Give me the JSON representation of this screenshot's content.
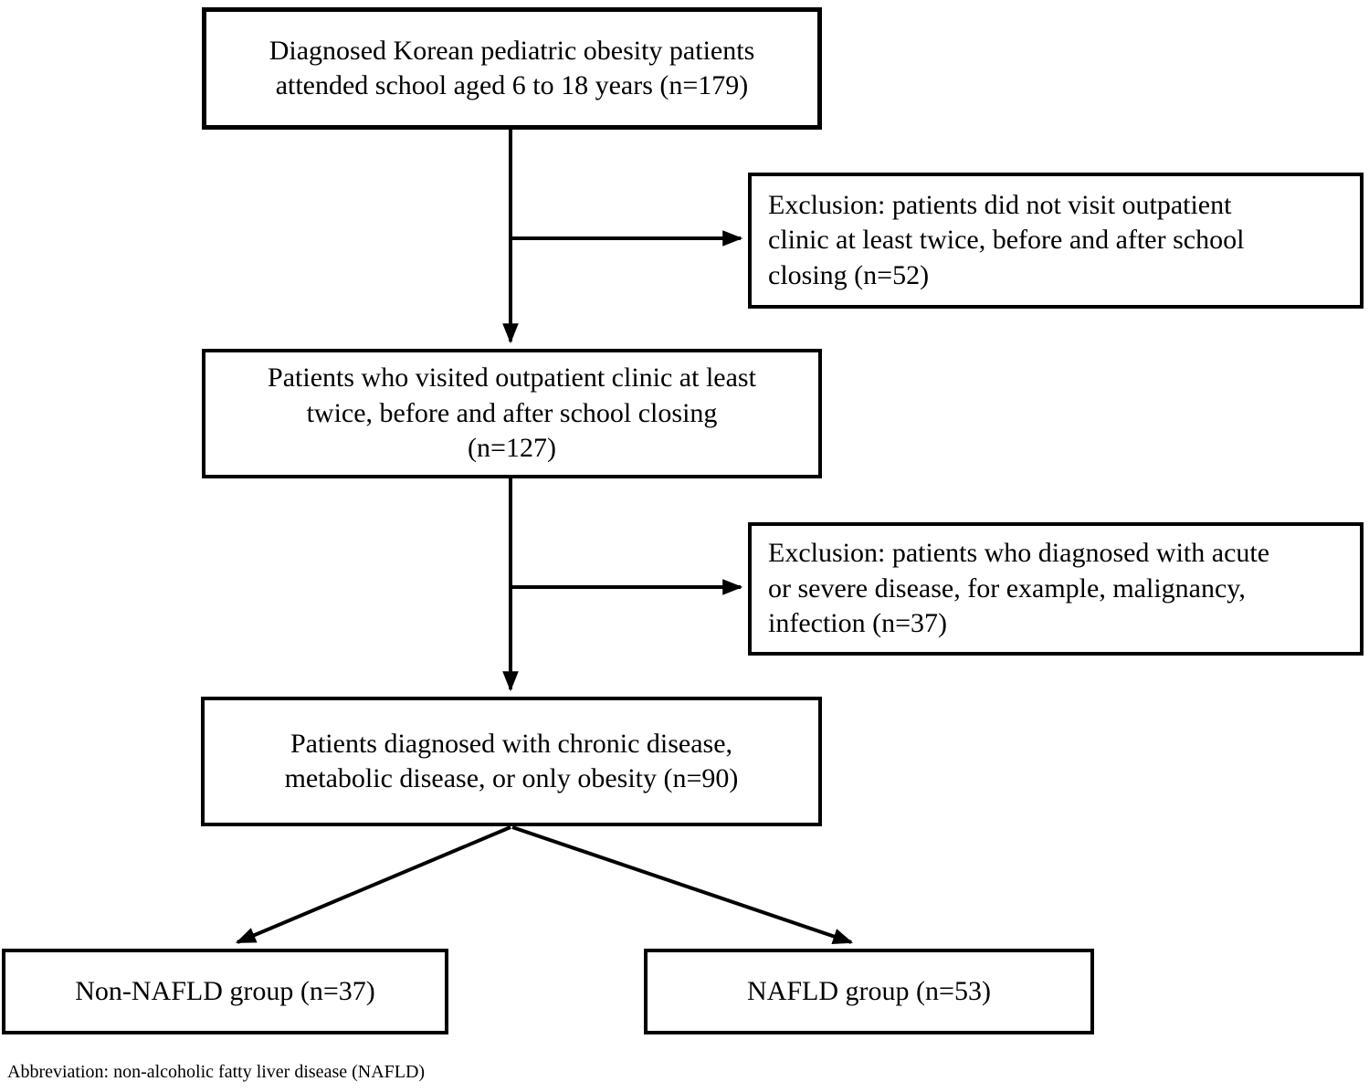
{
  "flowchart": {
    "title_implicit": "Patient selection flow",
    "nodes": {
      "population": {
        "label": "Diagnosed Korean pediatric obesity patients\nattended school aged 6 to 18 years (n=179)",
        "n": 179
      },
      "exclusion1": {
        "label": "Exclusion: patients did not visit outpatient\nclinic at least twice, before and after school\nclosing (n=52)",
        "n": 52
      },
      "visited": {
        "label": "Patients who visited outpatient clinic at least\ntwice, before and after school closing\n(n=127)",
        "n": 127
      },
      "exclusion2": {
        "label": "Exclusion: patients who diagnosed with acute\nor severe disease, for example, malignancy,\ninfection (n=37)",
        "n": 37
      },
      "diagnosed": {
        "label": "Patients diagnosed with chronic disease,\nmetabolic disease, or only obesity (n=90)",
        "n": 90
      },
      "non_nafld": {
        "label": "Non-NAFLD group (n=37)",
        "n": 37
      },
      "nafld": {
        "label": "NAFLD group (n=53)",
        "n": 53
      }
    },
    "edges": [
      {
        "from": "population",
        "to": "visited",
        "type": "flow"
      },
      {
        "from": "population",
        "to": "exclusion1",
        "type": "exclusion-branch"
      },
      {
        "from": "visited",
        "to": "diagnosed",
        "type": "flow"
      },
      {
        "from": "visited",
        "to": "exclusion2",
        "type": "exclusion-branch"
      },
      {
        "from": "diagnosed",
        "to": "non_nafld",
        "type": "split"
      },
      {
        "from": "diagnosed",
        "to": "nafld",
        "type": "split"
      }
    ],
    "footnote": "Abbreviation: non-alcoholic fatty liver disease (NAFLD)",
    "colors": {
      "line": "#000000",
      "box_border": "#000000",
      "text": "#000000",
      "background": "#ffffff"
    }
  }
}
